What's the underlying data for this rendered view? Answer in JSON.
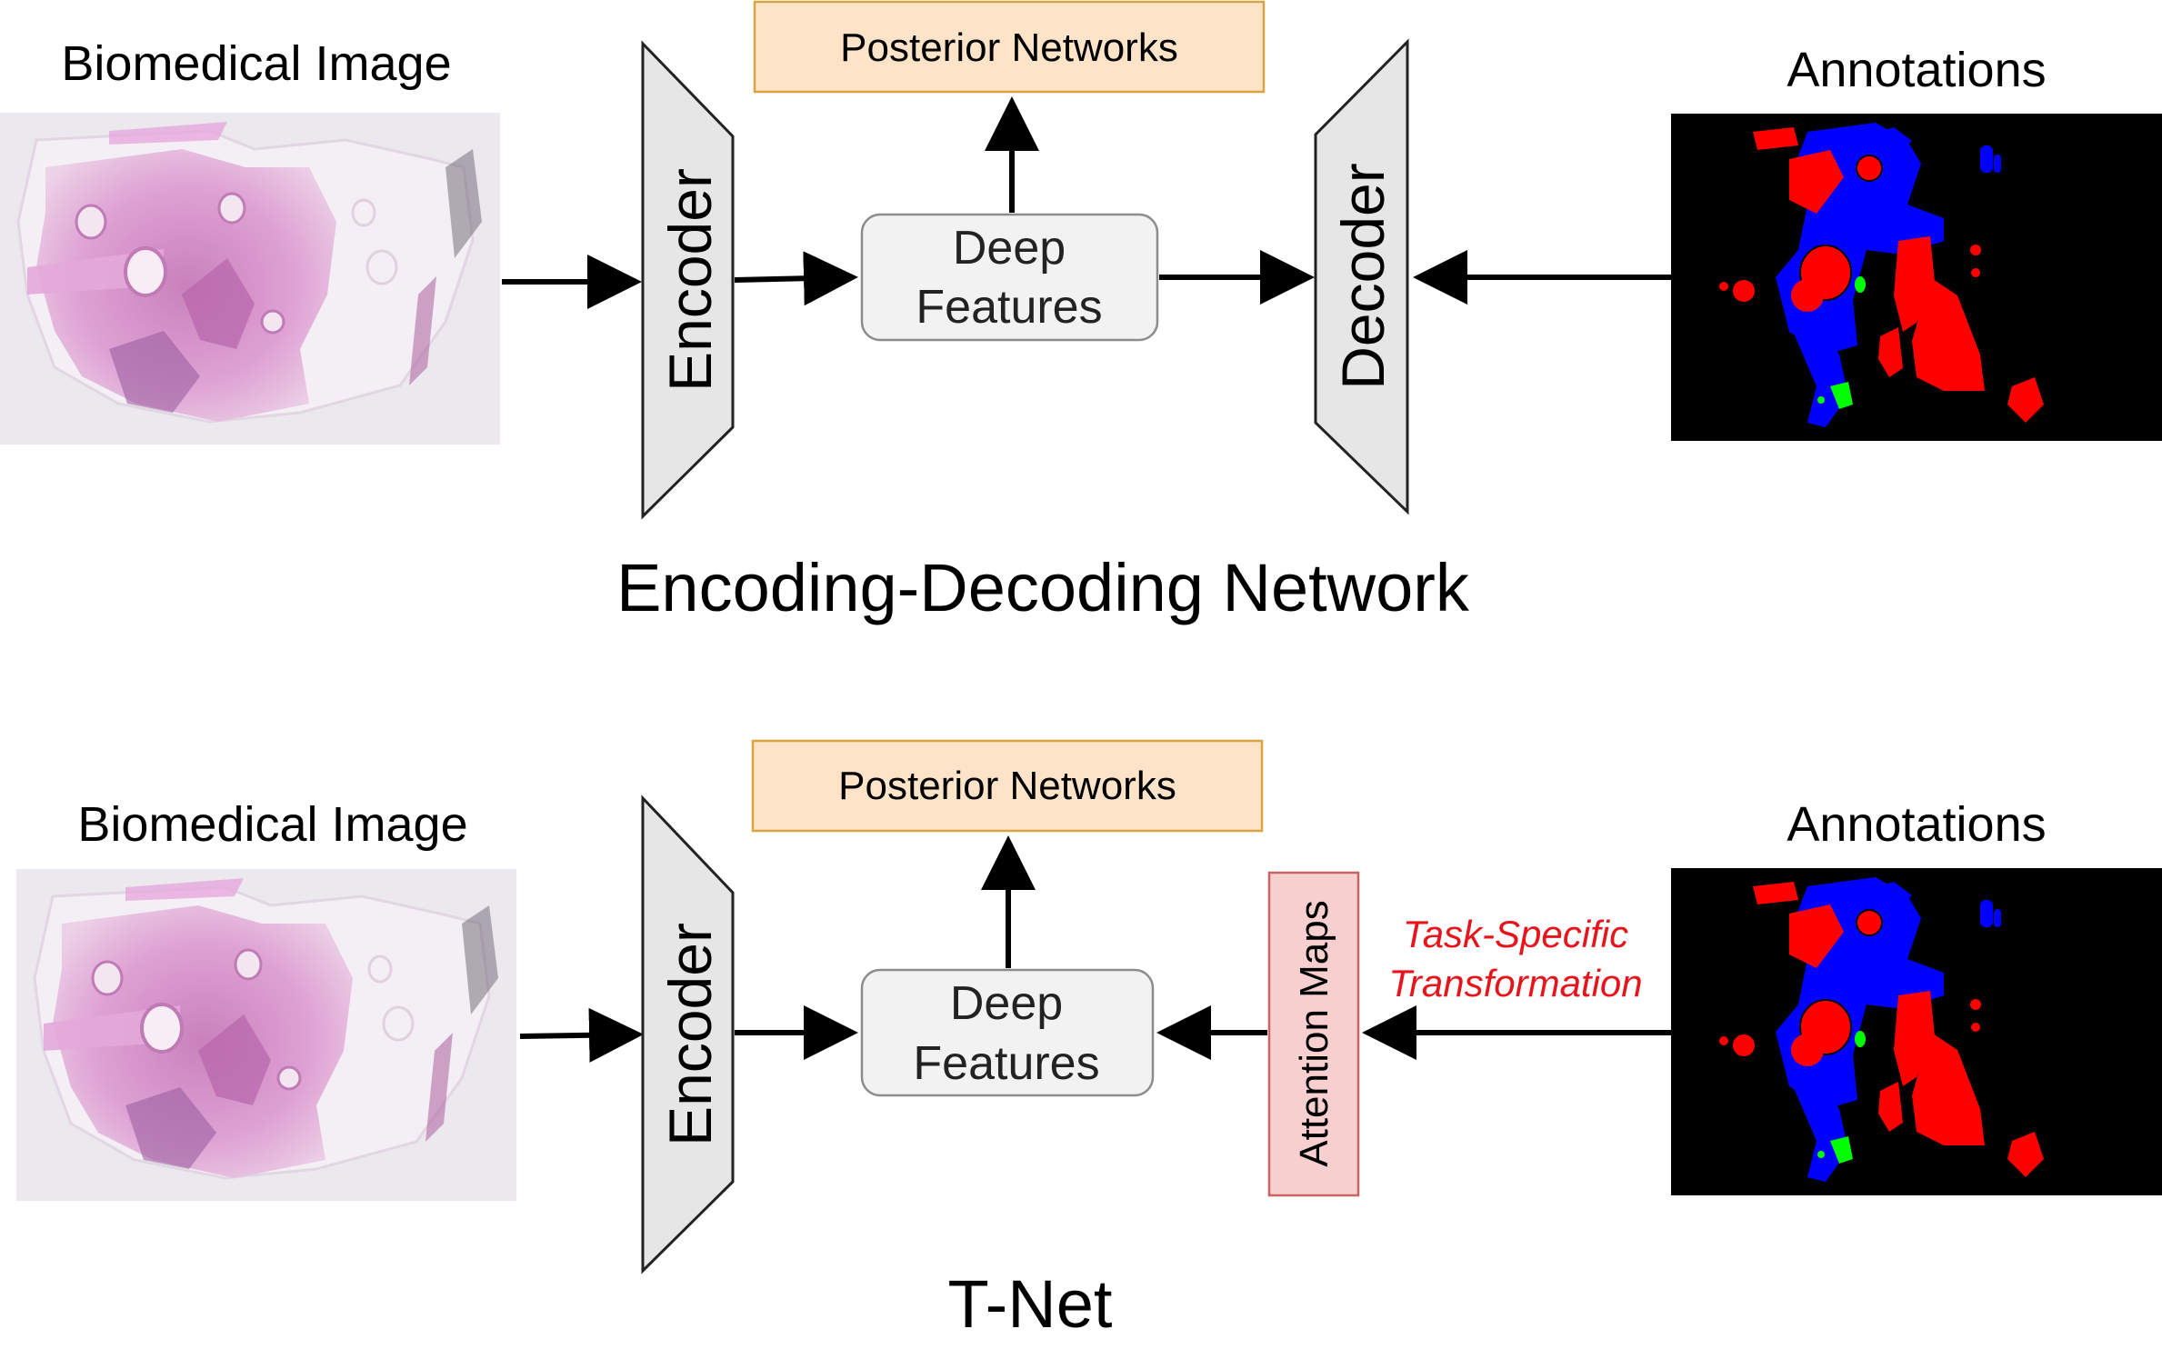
{
  "top": {
    "input_label": "Biomedical Image",
    "encoder_label": "Encoder",
    "features_line1": "Deep",
    "features_line2": "Features",
    "posterior_label": "Posterior Networks",
    "decoder_label": "Decoder",
    "annotations_label": "Annotations",
    "title": "Encoding-Decoding Network"
  },
  "bottom": {
    "input_label": "Biomedical Image",
    "encoder_label": "Encoder",
    "features_line1": "Deep",
    "features_line2": "Features",
    "posterior_label": "Posterior Networks",
    "attention_label": "Attention Maps",
    "transform_line1": "Task-Specific",
    "transform_line2": "Transformation",
    "annotations_label": "Annotations",
    "title": "T-Net"
  },
  "colors": {
    "posterior_fill": "#fde3c8",
    "posterior_stroke": "#d9a441",
    "features_fill": "#f2f2f2",
    "trapezoid_fill": "#e6e6e6",
    "attention_fill": "#f8cfcf",
    "attention_stroke": "#c86464",
    "transform_text": "#e8141c",
    "tissue": "#d68fc8",
    "annotation_red": "#ff0000",
    "annotation_blue": "#0000ff",
    "annotation_green": "#00ff00"
  }
}
